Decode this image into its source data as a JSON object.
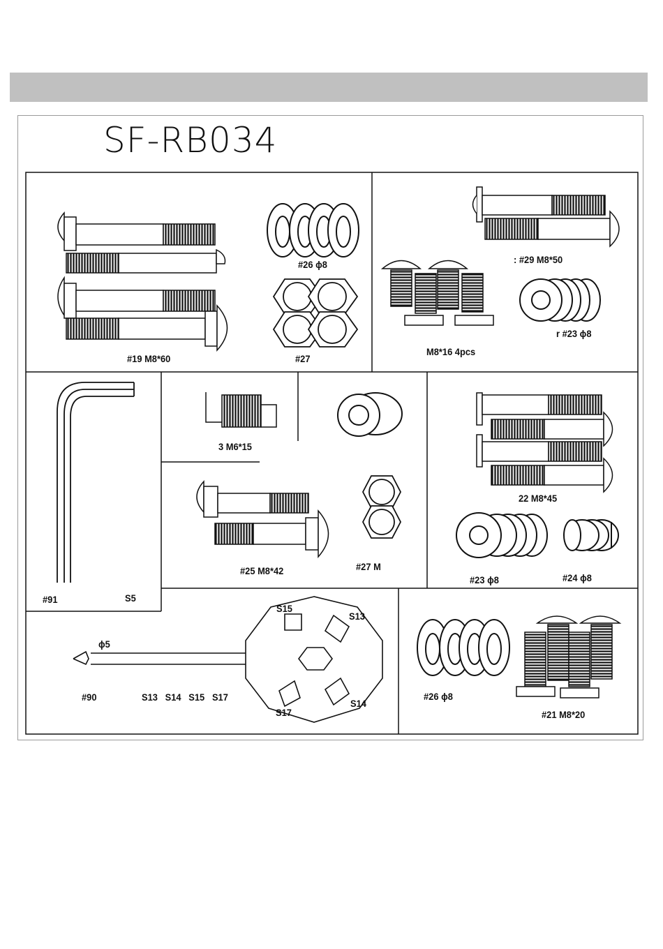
{
  "title": "SF-RB034",
  "labels": {
    "bolt19": "#19 M8*60",
    "washer26a": "#26 ϕ8",
    "nut27a": "#27",
    "bolt29": ": #29 M8*50",
    "screw16": "M8*16 4pcs",
    "washer23a": "r #23 ϕ8",
    "screwM6": "3 M6*15",
    "bolt25": "#25 M8*42",
    "nut27b": "#27 M",
    "bolt22": "22 M8*45",
    "washer23b": "#23 ϕ8",
    "washer24": "#24 ϕ8",
    "allen91": "#91",
    "allenS5": "S5",
    "tool90": "#90",
    "phi5": "ϕ5",
    "sizes": "S13   S14   S15   S17",
    "s15": "S15",
    "s13": "S13",
    "s17": "S17",
    "s14": "S14",
    "washer26b": "#26 ϕ8",
    "screw21": "#21 M8*20"
  }
}
